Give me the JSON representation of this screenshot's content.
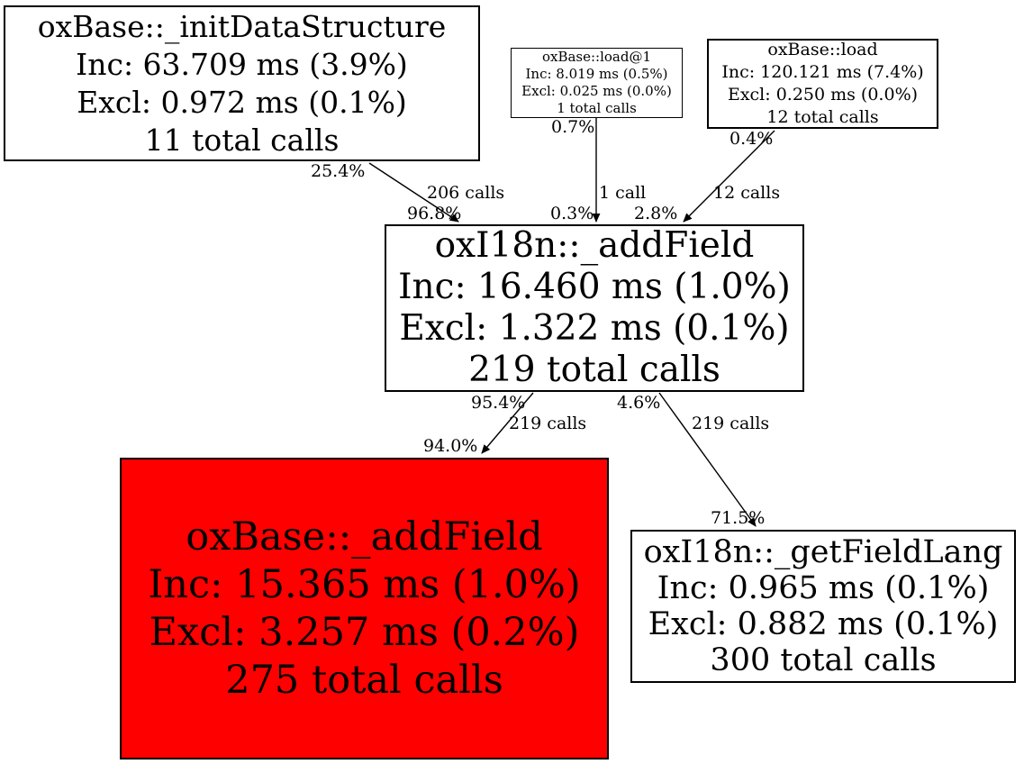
{
  "diagram_type": "profiler-call-graph",
  "nodes": {
    "init_data_structure": {
      "title": "oxBase::_initDataStructure",
      "inc": "Inc: 63.709 ms (3.9%)",
      "excl": "Excl: 0.972 ms (0.1%)",
      "calls": "11 total calls",
      "fill": "#ffffff"
    },
    "load_at_1": {
      "title": "oxBase::load@1",
      "inc": "Inc: 8.019 ms (0.5%)",
      "excl": "Excl: 0.025 ms (0.0%)",
      "calls": "1 total calls",
      "fill": "#ffffff"
    },
    "load": {
      "title": "oxBase::load",
      "inc": "Inc: 120.121 ms (7.4%)",
      "excl": "Excl: 0.250 ms (0.0%)",
      "calls": "12 total calls",
      "fill": "#ffffff"
    },
    "i18n_add_field": {
      "title": "oxI18n::_addField",
      "inc": "Inc: 16.460 ms (1.0%)",
      "excl": "Excl: 1.322 ms (0.1%)",
      "calls": "219 total calls",
      "fill": "#ffffff"
    },
    "base_add_field": {
      "title": "oxBase::_addField",
      "inc": "Inc: 15.365 ms (1.0%)",
      "excl": "Excl: 3.257 ms (0.2%)",
      "calls": "275 total calls",
      "fill": "#ff0000"
    },
    "get_field_lang": {
      "title": "oxI18n::_getFieldLang",
      "inc": "Inc: 0.965 ms (0.1%)",
      "excl": "Excl: 0.882 ms (0.1%)",
      "calls": "300 total calls",
      "fill": "#ffffff"
    }
  },
  "edges": {
    "init_to_addfield": {
      "source_pct": "25.4%",
      "calls": "206 calls",
      "target_pct": "96.8%"
    },
    "load1_to_addfield": {
      "source_pct": "0.7%",
      "calls": "1 call",
      "target_pct": "0.3%"
    },
    "load_to_addfield": {
      "source_pct": "0.4%",
      "calls": "12 calls",
      "target_pct": "2.8%"
    },
    "addfield_to_base_addfield": {
      "source_pct": "95.4%",
      "calls": "219 calls",
      "target_pct": "94.0%"
    },
    "addfield_to_getfieldlang": {
      "source_pct": "4.6%",
      "calls": "219 calls",
      "target_pct": "71.5%"
    }
  },
  "colors": {
    "background": "#ffffff",
    "node_fill": "#ffffff",
    "hot_node_fill": "#ff0000",
    "border": "#000000",
    "edge": "#000000",
    "text": "#000000"
  }
}
